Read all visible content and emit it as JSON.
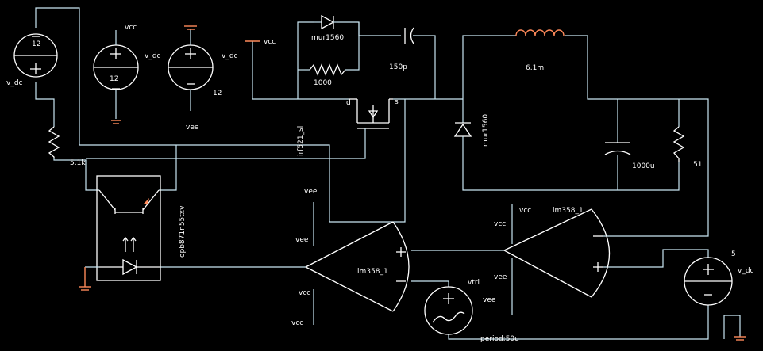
{
  "colors": {
    "background": "#000000",
    "wire": "#c9e6f2",
    "component": "#ffffff",
    "ground": "#ff8a5a"
  },
  "labels": {
    "src1_value": "12",
    "src1_name": "v_dc",
    "src2_value": "12",
    "src2_net": "vcc",
    "src2_name": "v_dc",
    "src3_name": "v_dc",
    "src3_value": "12",
    "src3_net": "vee",
    "r1": "5.1k",
    "vcc_top": "vcc",
    "d1_name": "mur1560",
    "r2": "1000",
    "c1": "150p",
    "l1": "6.1m",
    "mos_d": "d",
    "mos_s": "s",
    "mos_name": "irf521_sl",
    "d2_name": "mur1560",
    "c2": "1000u",
    "r3": "51",
    "opto_name": "opb871n55txv",
    "op1_vee_top": "vee",
    "op1_vee_mid": "vee",
    "op1_vcc_mid": "vcc",
    "op1_vcc_bot": "vcc",
    "op1_name": "lm358_1",
    "op2_vcc_a": "vcc",
    "op2_vcc_b": "vcc",
    "op2_vee_a": "vee",
    "op2_vee_b": "vee",
    "op2_name": "lm358_1",
    "tri_name": "vtri",
    "tri_period": "period:50u",
    "src4_value": "5",
    "src4_name": "v_dc"
  }
}
